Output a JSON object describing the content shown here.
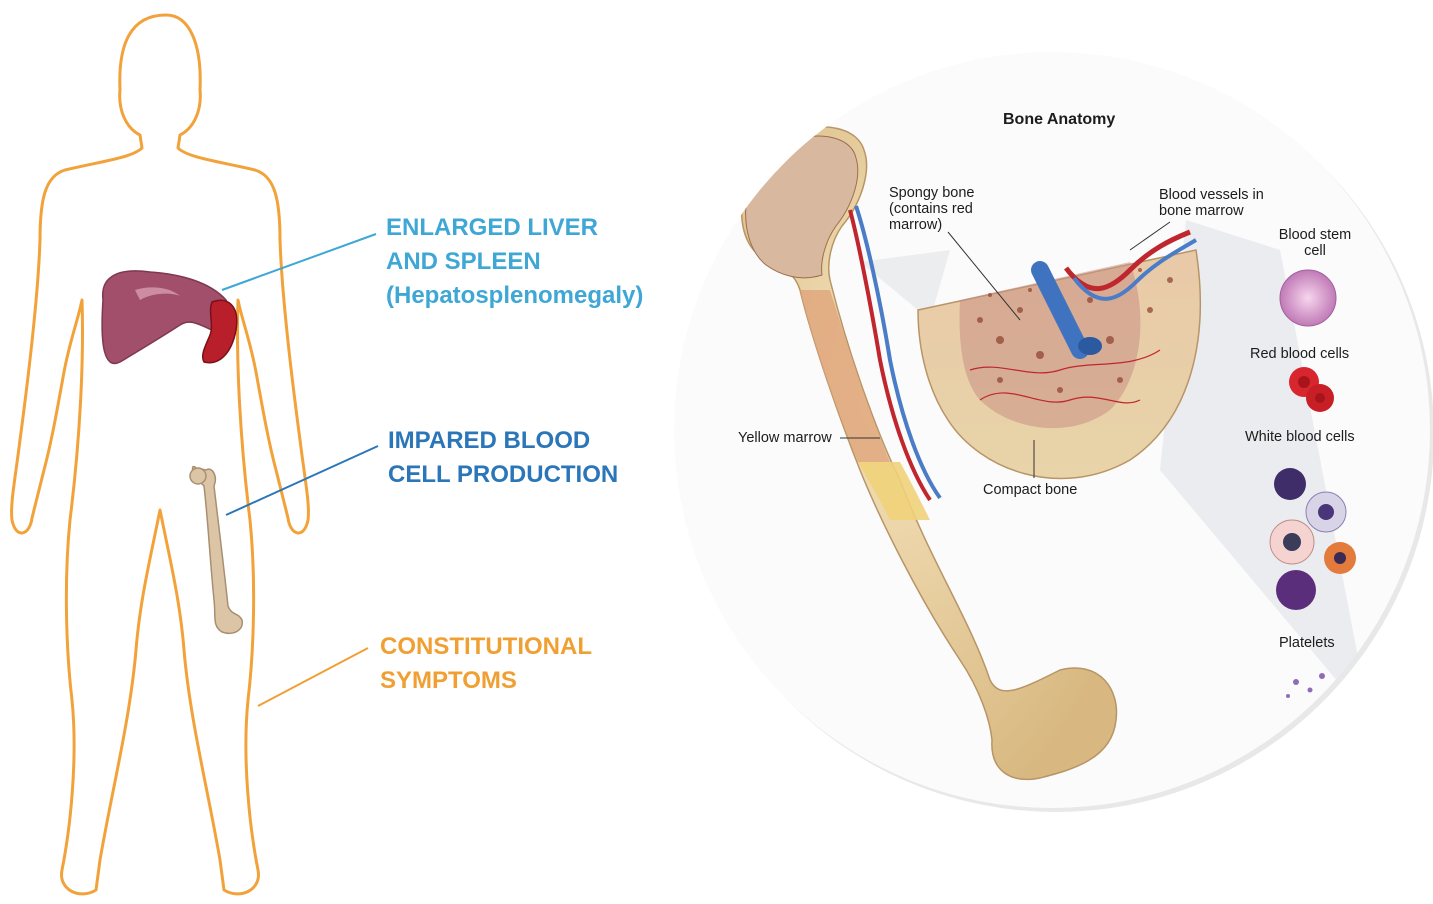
{
  "callouts": {
    "liver_spleen": [
      "ENLARGED LIVER",
      "AND SPLEEN",
      "(Hepatosplenomegaly)"
    ],
    "blood_production": [
      "IMPARED BLOOD",
      "CELL PRODUCTION"
    ],
    "constitutional": [
      "CONSTITUTIONAL",
      "SYMPTOMS"
    ]
  },
  "bone_anatomy": {
    "title": "Bone Anatomy",
    "spongy_bone": [
      "Spongy bone",
      "(contains red",
      "marrow)"
    ],
    "blood_vessels": [
      "Blood vessels in",
      "bone marrow"
    ],
    "blood_stem_cell": [
      "Blood stem",
      "cell"
    ],
    "red_blood_cells": "Red blood cells",
    "white_blood_cells": "White blood cells",
    "platelets": "Platelets",
    "yellow_marrow": "Yellow marrow",
    "compact_bone": "Compact bone"
  },
  "colors": {
    "body_outline": "#f2a23a",
    "liver": "#a24f6b",
    "spleen": "#b81f2b",
    "callout_liver": "#3ea7d6",
    "callout_blood": "#2b76b8",
    "callout_constitutional": "#f0a033",
    "bone": "#e6cc9a"
  }
}
